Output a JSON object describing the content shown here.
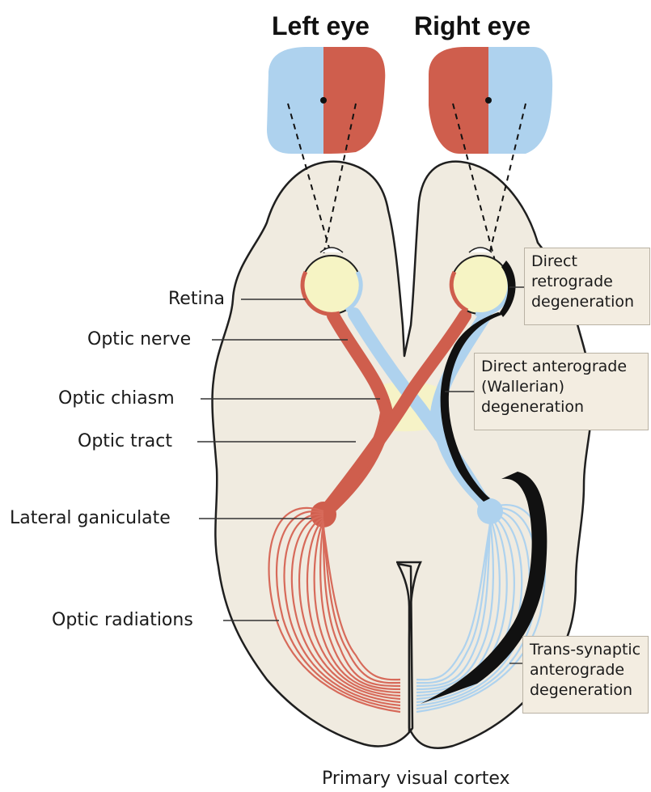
{
  "eyes": {
    "left_title": "Left eye",
    "right_title": "Right eye"
  },
  "labels": {
    "retina": "Retina",
    "optic_nerve": "Optic nerve",
    "optic_chiasm": "Optic chiasm",
    "optic_tract": "Optic tract",
    "lateral_geniculate": "Lateral ganiculate",
    "optic_radiations": "Optic radiations",
    "cortex": "Primary visual cortex"
  },
  "callouts": {
    "retrograde": [
      "Direct",
      "retrograde",
      "degeneration"
    ],
    "anterograde": [
      "Direct anterograde",
      "(Wallerian)",
      "degeneration"
    ],
    "transsynaptic": [
      "Trans-synaptic",
      "anterograde",
      "degeneration"
    ]
  },
  "colors": {
    "brain_fill": "#f0ebe0",
    "brain_stroke": "#1f1f1f",
    "temporal_red": "#cf5e4d",
    "nasal_blue": "#aed2ee",
    "chiasm_yellow": "#f6f4c4",
    "arrow_black": "#111111",
    "callout_bg": "#f3ede1"
  }
}
